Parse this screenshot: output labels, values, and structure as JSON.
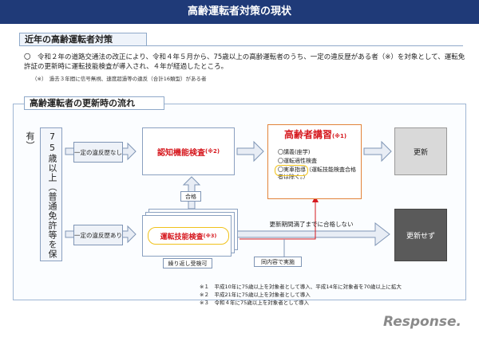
{
  "page": {
    "title": "高齢運転者対策の現状"
  },
  "section1": {
    "header": "近年の高齢運転者対策",
    "intro": "〇　令和２年の道路交通法の改正により、令和４年５月から、75歳以上の高齢運転者のうち、一定の違反歴がある者（※）を対象として、運転免許証の更新時に運転技能検査が導入され、４年が経過したところ。",
    "note": "（※）　過去３年間に信号無視、速度超過等の違反（合計16類型）がある者"
  },
  "flow": {
    "header": "高齢運転者の更新時の流れ",
    "applicant": "75歳以上（普通免許等を保有）",
    "cond_no_violation": "一定の違反歴なし",
    "cond_violation": "一定の違反歴あり",
    "cognitive_test": "認知機能検査",
    "cognitive_mark": "(※2)",
    "pass_label": "合格",
    "skills_test": "運転技能検査",
    "skills_mark": "(※3)",
    "retake_label": "繰り返し受検可",
    "until_expiry": "更新期間満了までに合格しない",
    "same_content": "同内容で実施",
    "course": {
      "title": "高齢者講習",
      "mark": "(※1)",
      "items": [
        "〇講義(座学)",
        "〇運転適性検査",
        "〇実車指導（運転技能検査合格者は除く。）"
      ]
    },
    "renew": "更新",
    "no_renew": "更新せず"
  },
  "footnotes": [
    "※１　平成10年に75歳以上を対象者として導入、平成14年に対象者を70歳以上に拡大",
    "※２　平成21年に75歳以上を対象者として導入",
    "※３　令和４年に75歳以上を対象者として導入"
  ],
  "watermark": "Response.",
  "colors": {
    "title_bg": "#1f3a78",
    "accent_red": "#d6191f",
    "course_border": "#e2833a",
    "highlight": "#f0c21b"
  }
}
